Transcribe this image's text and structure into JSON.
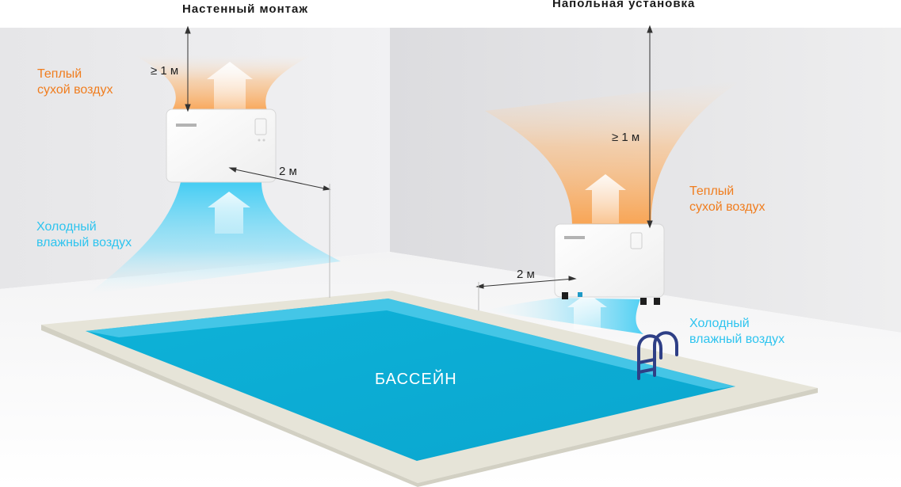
{
  "titles": {
    "wall": "Настенный монтаж",
    "floor": "Напольная установка"
  },
  "wall_unit": {
    "warm_air": [
      "Теплый",
      "сухой воздух"
    ],
    "cold_air": [
      "Холодный",
      "влажный воздух"
    ],
    "clearance_top": "≥ 1 м",
    "distance": "2 м"
  },
  "floor_unit": {
    "warm_air": [
      "Теплый",
      "сухой воздух"
    ],
    "cold_air": [
      "Холодный",
      "влажный воздух"
    ],
    "clearance_top": "≥ 1 м",
    "distance": "2 м"
  },
  "pool_label": "БАССЕЙН",
  "colors": {
    "warm": "#f07d1e",
    "cold": "#2ec4ef",
    "pool_water": "#0fb0d6",
    "pool_edge": "#e6e4d8"
  }
}
